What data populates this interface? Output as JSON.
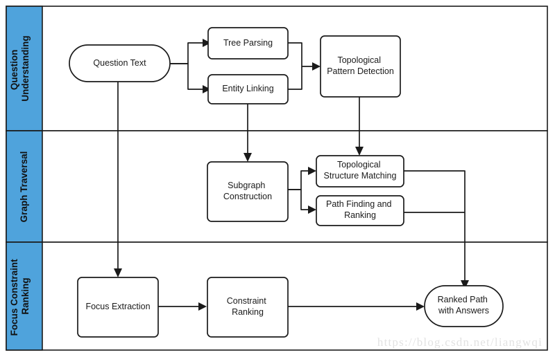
{
  "diagram": {
    "type": "swimlane-flowchart",
    "accent_color": "#4FA3DC",
    "line_color": "#1a1a1a",
    "background": "#ffffff",
    "lanes": [
      {
        "id": "lane-question-understanding",
        "label": "Question\nUnderstanding",
        "label_line1": "Question",
        "label_line2": "Understanding"
      },
      {
        "id": "lane-graph-traversal",
        "label": "Graph Traversal",
        "label_line1": "Graph Traversal",
        "label_line2": ""
      },
      {
        "id": "lane-focus-constraint-ranking",
        "label": "Focus Constraint\nRanking",
        "label_line1": "Focus Constraint",
        "label_line2": "Ranking"
      }
    ],
    "nodes": [
      {
        "id": "question-text",
        "shape": "rounded-terminator",
        "lane": "lane-question-understanding",
        "line1": "Question Text",
        "line2": ""
      },
      {
        "id": "tree-parsing",
        "shape": "rect",
        "lane": "lane-question-understanding",
        "line1": "Tree Parsing",
        "line2": ""
      },
      {
        "id": "entity-linking",
        "shape": "rect",
        "lane": "lane-question-understanding",
        "line1": "Entity Linking",
        "line2": ""
      },
      {
        "id": "topological-pattern-detection",
        "shape": "rect",
        "lane": "lane-question-understanding",
        "line1": "Topological",
        "line2": "Pattern Detection"
      },
      {
        "id": "subgraph-construction",
        "shape": "rect",
        "lane": "lane-graph-traversal",
        "line1": "Subgraph",
        "line2": "Construction"
      },
      {
        "id": "topological-structure-matching",
        "shape": "rect",
        "lane": "lane-graph-traversal",
        "line1": "Topological",
        "line2": "Structure Matching"
      },
      {
        "id": "path-finding-and-ranking",
        "shape": "rect",
        "lane": "lane-graph-traversal",
        "line1": "Path Finding and",
        "line2": "Ranking"
      },
      {
        "id": "focus-extraction",
        "shape": "rect",
        "lane": "lane-focus-constraint-ranking",
        "line1": "Focus Extraction",
        "line2": ""
      },
      {
        "id": "constraint-ranking",
        "shape": "rect",
        "lane": "lane-focus-constraint-ranking",
        "line1": "Constraint",
        "line2": "Ranking"
      },
      {
        "id": "ranked-path-with-answers",
        "shape": "rounded-terminator",
        "lane": "lane-focus-constraint-ranking",
        "line1": "Ranked Path",
        "line2": "with Answers"
      }
    ],
    "edges": [
      {
        "id": "edge-question-text-to-tree-parsing",
        "from": "question-text",
        "to": "tree-parsing"
      },
      {
        "id": "edge-question-text-to-entity-linking",
        "from": "question-text",
        "to": "entity-linking"
      },
      {
        "id": "edge-tree-parsing-to-topological-pattern-detection",
        "from": "tree-parsing",
        "to": "topological-pattern-detection"
      },
      {
        "id": "edge-entity-linking-to-topological-pattern-detection",
        "from": "entity-linking",
        "to": "topological-pattern-detection"
      },
      {
        "id": "edge-entity-linking-to-subgraph-construction",
        "from": "entity-linking",
        "to": "subgraph-construction"
      },
      {
        "id": "edge-topological-pattern-detection-to-topological-structure-matching",
        "from": "topological-pattern-detection",
        "to": "topological-structure-matching"
      },
      {
        "id": "edge-subgraph-construction-to-topological-structure-matching",
        "from": "subgraph-construction",
        "to": "topological-structure-matching"
      },
      {
        "id": "edge-subgraph-construction-to-path-finding-and-ranking",
        "from": "subgraph-construction",
        "to": "path-finding-and-ranking"
      },
      {
        "id": "edge-question-text-to-focus-extraction",
        "from": "question-text",
        "to": "focus-extraction"
      },
      {
        "id": "edge-focus-extraction-to-constraint-ranking",
        "from": "focus-extraction",
        "to": "constraint-ranking"
      },
      {
        "id": "edge-constraint-ranking-to-ranked-path",
        "from": "constraint-ranking",
        "to": "ranked-path-with-answers"
      },
      {
        "id": "edge-matching-and-ranking-to-ranked-path",
        "from": "topological-structure-matching",
        "to": "ranked-path-with-answers"
      }
    ]
  },
  "watermark": {
    "text": "https://blog.csdn.net/liangwqi"
  }
}
